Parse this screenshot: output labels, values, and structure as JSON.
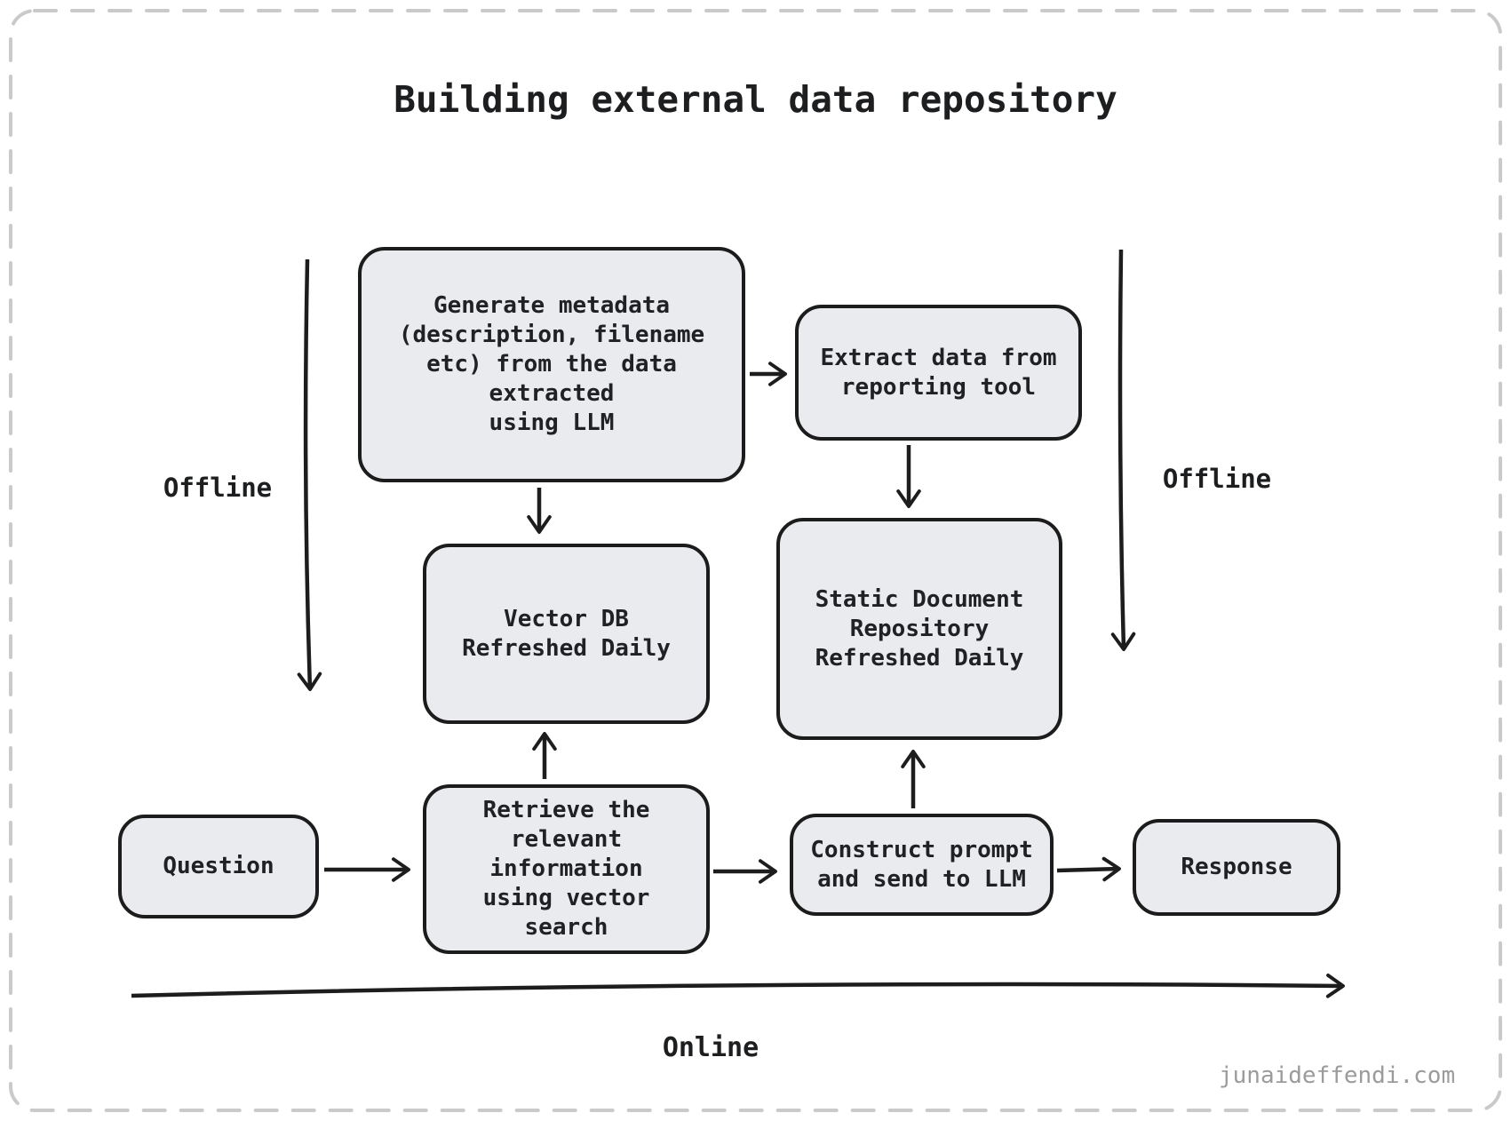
{
  "title": "Building external data repository",
  "watermark": "junaideffendi.com",
  "region_labels": {
    "offline_left": "Offline",
    "offline_right": "Offline",
    "online": "Online"
  },
  "nodes": {
    "generate": {
      "text": "Generate metadata\n(description, filename\netc) from the data\nextracted\nusing LLM"
    },
    "extract": {
      "text": "Extract data from\nreporting tool"
    },
    "vector_db": {
      "text": "Vector DB\nRefreshed Daily"
    },
    "static_repo": {
      "text": "Static Document\nRepository\nRefreshed Daily"
    },
    "question": {
      "text": "Question"
    },
    "retrieve": {
      "text": "Retrieve the\nrelevant\ninformation\nusing vector\nsearch"
    },
    "construct": {
      "text": "Construct prompt\nand send to LLM"
    },
    "response": {
      "text": "Response"
    }
  },
  "edges": [
    {
      "from": "generate_metadata",
      "to": "extract_data"
    },
    {
      "from": "generate_metadata",
      "to": "vector_db"
    },
    {
      "from": "extract_data",
      "to": "static_document_repository"
    },
    {
      "from": "retrieve_information",
      "to": "vector_db"
    },
    {
      "from": "construct_prompt",
      "to": "static_document_repository"
    },
    {
      "from": "question",
      "to": "retrieve_information"
    },
    {
      "from": "retrieve_information",
      "to": "construct_prompt"
    },
    {
      "from": "construct_prompt",
      "to": "response"
    }
  ],
  "colors": {
    "node_fill": "#e9ebee",
    "node_border": "#1c1c1c",
    "arrow": "#1d1d1d",
    "text": "#202124",
    "frame_dash": "#cacaca",
    "watermark": "#9b9b9b",
    "background": "#ffffff"
  }
}
